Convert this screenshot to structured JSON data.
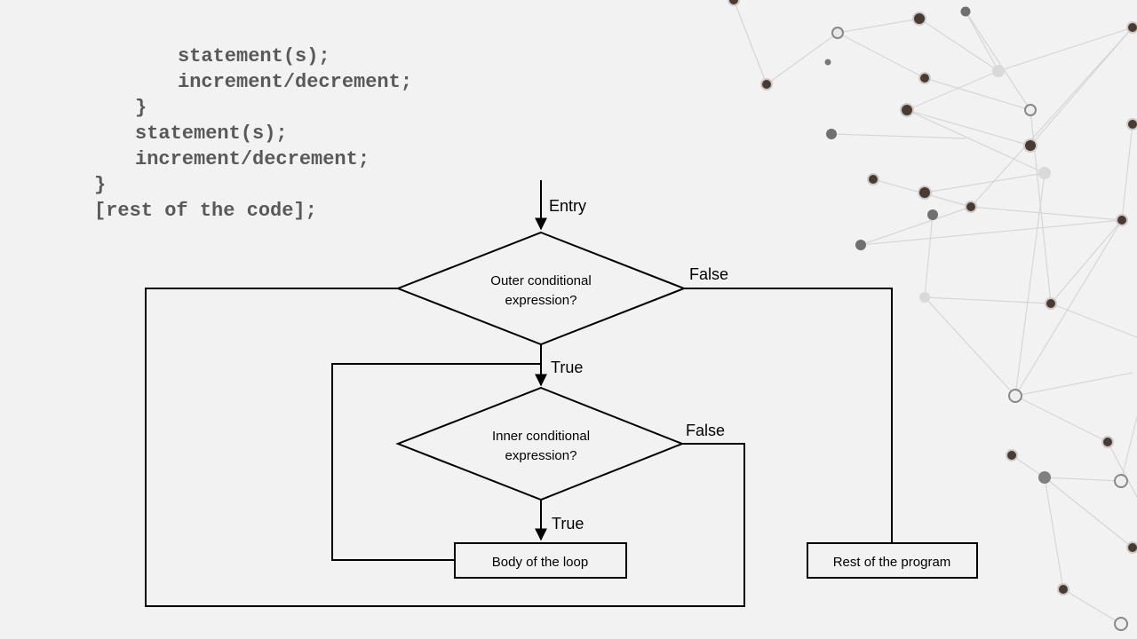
{
  "code": {
    "lines": [
      "statement(s);",
      "increment/decrement;",
      "}",
      "statement(s);",
      "increment/decrement;",
      "}",
      "[rest of the code];"
    ]
  },
  "flowchart": {
    "entry_label": "Entry",
    "outer_condition_line1": "Outer conditional",
    "outer_condition_line2": "expression?",
    "outer_false_label": "False",
    "outer_true_label": "True",
    "inner_condition_line1": "Inner conditional",
    "inner_condition_line2": "expression?",
    "inner_false_label": "False",
    "inner_true_label": "True",
    "body_box": "Body of the loop",
    "rest_box": "Rest of the program"
  },
  "colors": {
    "background": "#f2f2f2",
    "code_text": "#595959",
    "diagram_stroke": "#000000",
    "network_lines": "#d9d9d9"
  }
}
